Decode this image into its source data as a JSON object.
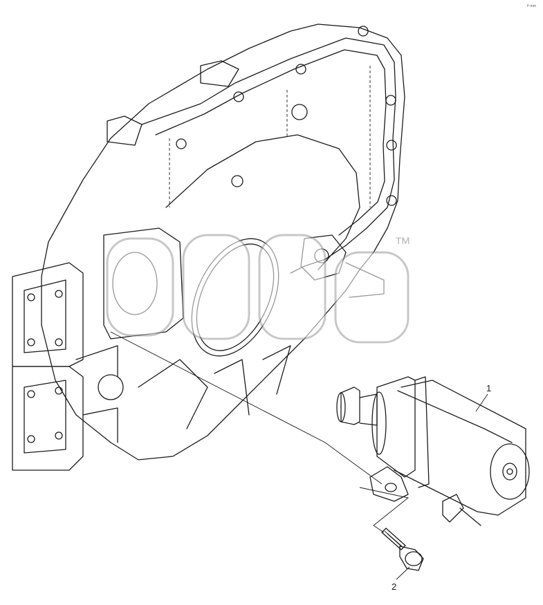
{
  "diagram": {
    "callouts": [
      {
        "id": "callout-1",
        "label": "1"
      },
      {
        "id": "callout-2",
        "label": "2"
      }
    ],
    "watermark_tm": "™",
    "corner_mark": "F-mm"
  }
}
